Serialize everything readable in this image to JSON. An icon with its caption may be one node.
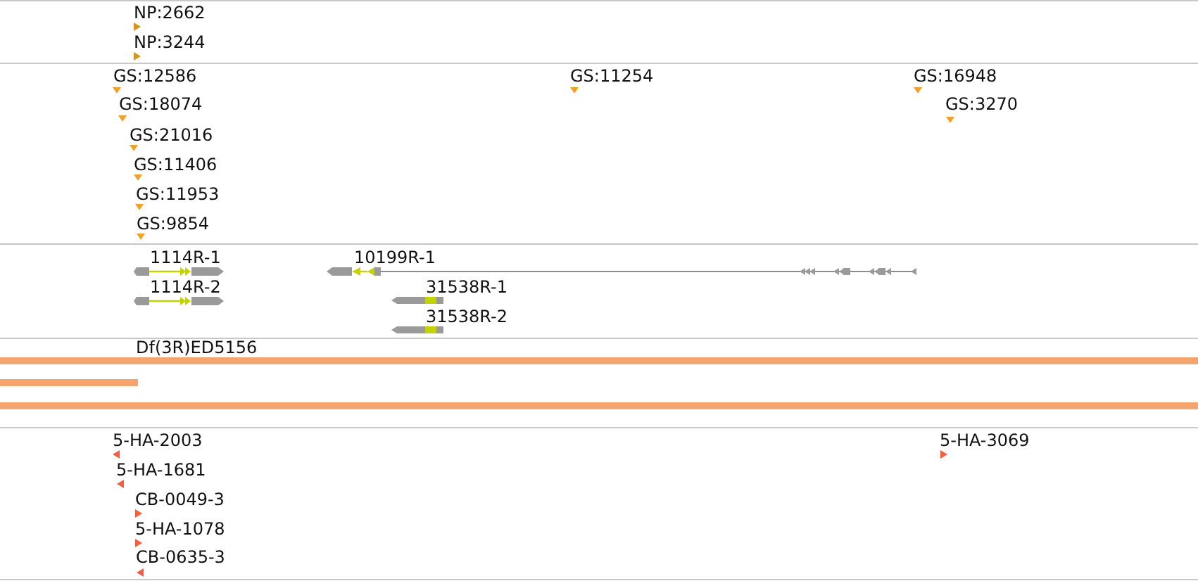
{
  "diagram": {
    "labels": [
      "NP:2662",
      "NP:3244",
      "GS:12586",
      "GS:11254",
      "GS:16948",
      "GS:18074",
      "GS:3270",
      "GS:21016",
      "GS:11406",
      "GS:11953",
      "GS:9854",
      "1114R-1",
      "10199R-1",
      "1114R-2",
      "31538R-1",
      "31538R-2",
      "Df(3R)ED5156",
      "5-HA-2003",
      "5-HA-3069",
      "5-HA-1681",
      "CB-0049-3",
      "5-HA-1078",
      "CB-0635-3"
    ]
  }
}
